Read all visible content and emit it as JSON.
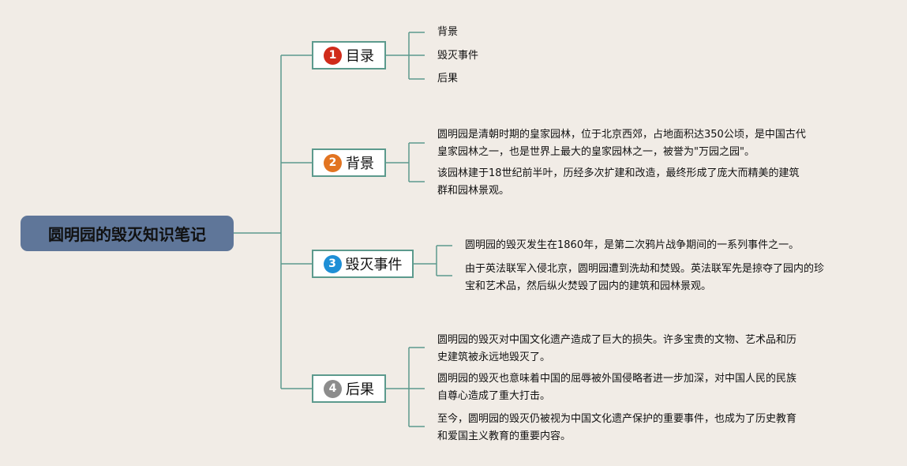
{
  "root": {
    "title": "圆明园的毁灭知识笔记"
  },
  "branches": [
    {
      "number": "1",
      "label": "目录",
      "badge_color": "#d02b1a",
      "leaves": [
        "背景",
        "毁灭事件",
        "后果"
      ]
    },
    {
      "number": "2",
      "label": "背景",
      "badge_color": "#e27421",
      "leaves": [
        [
          "圆明园是清朝时期的皇家园林，位于北京西郊，占地面积达350公顷，是中国古代",
          "皇家园林之一，也是世界上最大的皇家园林之一，被誉为\"万园之园\"。"
        ],
        [
          "该园林建于18世纪前半叶，历经多次扩建和改造，最终形成了庞大而精美的建筑",
          "群和园林景观。"
        ]
      ]
    },
    {
      "number": "3",
      "label": "毁灭事件",
      "badge_color": "#1e8fd6",
      "leaves": [
        [
          "圆明园的毁灭发生在1860年，是第二次鸦片战争期间的一系列事件之一。"
        ],
        [
          "由于英法联军入侵北京，圆明园遭到洗劫和焚毁。英法联军先是掠夺了园内的珍",
          "宝和艺术品，然后纵火焚毁了园内的建筑和园林景观。"
        ]
      ]
    },
    {
      "number": "4",
      "label": "后果",
      "badge_color": "#8c8c8c",
      "leaves": [
        [
          "圆明园的毁灭对中国文化遗产造成了巨大的损失。许多宝贵的文物、艺术品和历",
          "史建筑被永远地毁灭了。"
        ],
        [
          "圆明园的毁灭也意味着中国的屈辱被外国侵略者进一步加深，对中国人民的民族",
          "自尊心造成了重大打击。"
        ],
        [
          "至今，圆明园的毁灭仍被视为中国文化遗产保护的重要事件，也成为了历史教育",
          "和爱国主义教育的重要内容。"
        ]
      ]
    }
  ],
  "colors": {
    "background": "#f1ece6",
    "connector": "#5c9a8d",
    "root_fill": "#5f7699"
  }
}
